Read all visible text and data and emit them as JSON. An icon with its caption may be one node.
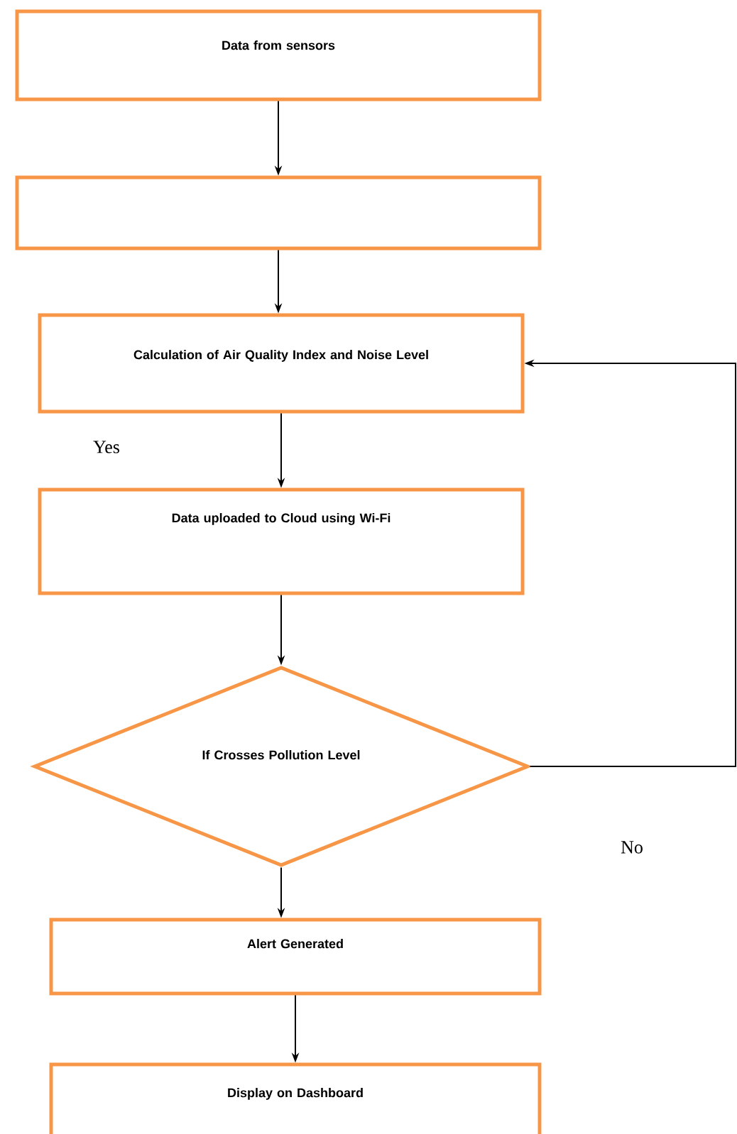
{
  "diagram": {
    "nodes": [
      {
        "text": [
          "Data from sensors"
        ]
      },
      {
        "text": [],
        "shape": "box"
      },
      {
        "text": [
          "Calculation of Air Quality Index and Noise Level"
        ]
      },
      {
        "text": [
          "Data uploaded to Cloud using Wi-Fi"
        ]
      },
      {
        "text": [
          "If Crosses Pollution Level"
        ]
      },
      {
        "text": [
          "Alert Generated"
        ]
      },
      {
        "text": [
          "Display on Dashboard"
        ]
      }
    ],
    "edges": [
      {
        "from": 0,
        "to": 1,
        "arrow": "to"
      },
      {
        "from": 1,
        "to": 2,
        "arrow": "to"
      },
      {
        "from": 2,
        "to": 3,
        "arrow": "to"
      },
      {
        "from": 3,
        "to": 4,
        "arrow": "to"
      },
      {
        "from": 4,
        "to": 5,
        "arrow": "to"
      },
      {
        "from": 4,
        "to": 2,
        "arrow": "to"
      },
      {
        "from": 5,
        "to": 6,
        "arrow": "to"
      }
    ],
    "labels": [
      "Yes",
      "No"
    ]
  }
}
